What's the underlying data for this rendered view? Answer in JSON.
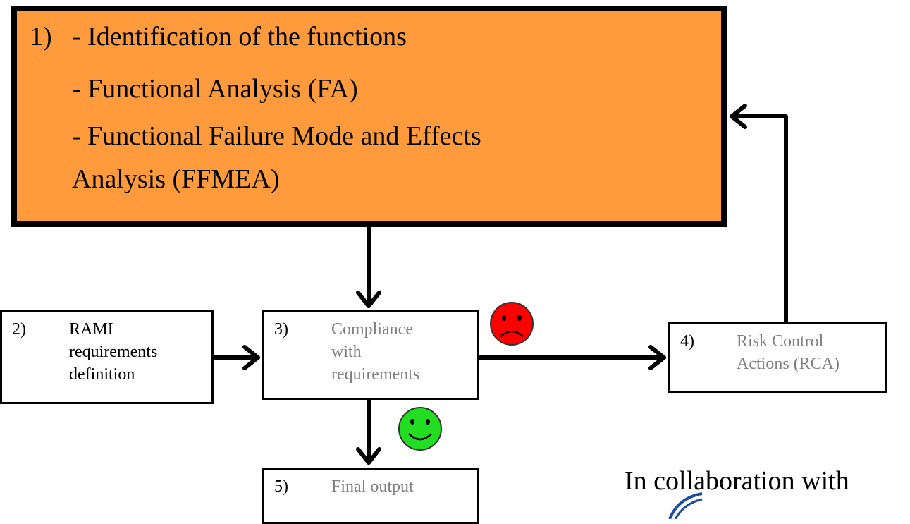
{
  "box1": {
    "number": "1)",
    "line1": "- Identification of the functions",
    "line2": "- Functional Analysis (FA)",
    "line3": "- Functional Failure Mode and Effects",
    "line4": "Analysis (FFMEA)",
    "fill_color": "#ff9a3d"
  },
  "box2": {
    "number": "2)",
    "lines": [
      "RAMI",
      "requirements",
      "definition"
    ]
  },
  "box3": {
    "number": "3)",
    "lines": [
      "Compliance",
      "with",
      "requirements"
    ]
  },
  "box4": {
    "number": "4)",
    "lines": [
      "Risk Control",
      "Actions (RCA)"
    ]
  },
  "box5": {
    "number": "5)",
    "lines": [
      "Final output"
    ]
  },
  "icons": {
    "sad": {
      "name": "sad-face-icon",
      "color": "#ff0000"
    },
    "happy": {
      "name": "happy-face-icon",
      "color": "#22dd22"
    }
  },
  "footer": {
    "collaboration": "In collaboration with"
  }
}
